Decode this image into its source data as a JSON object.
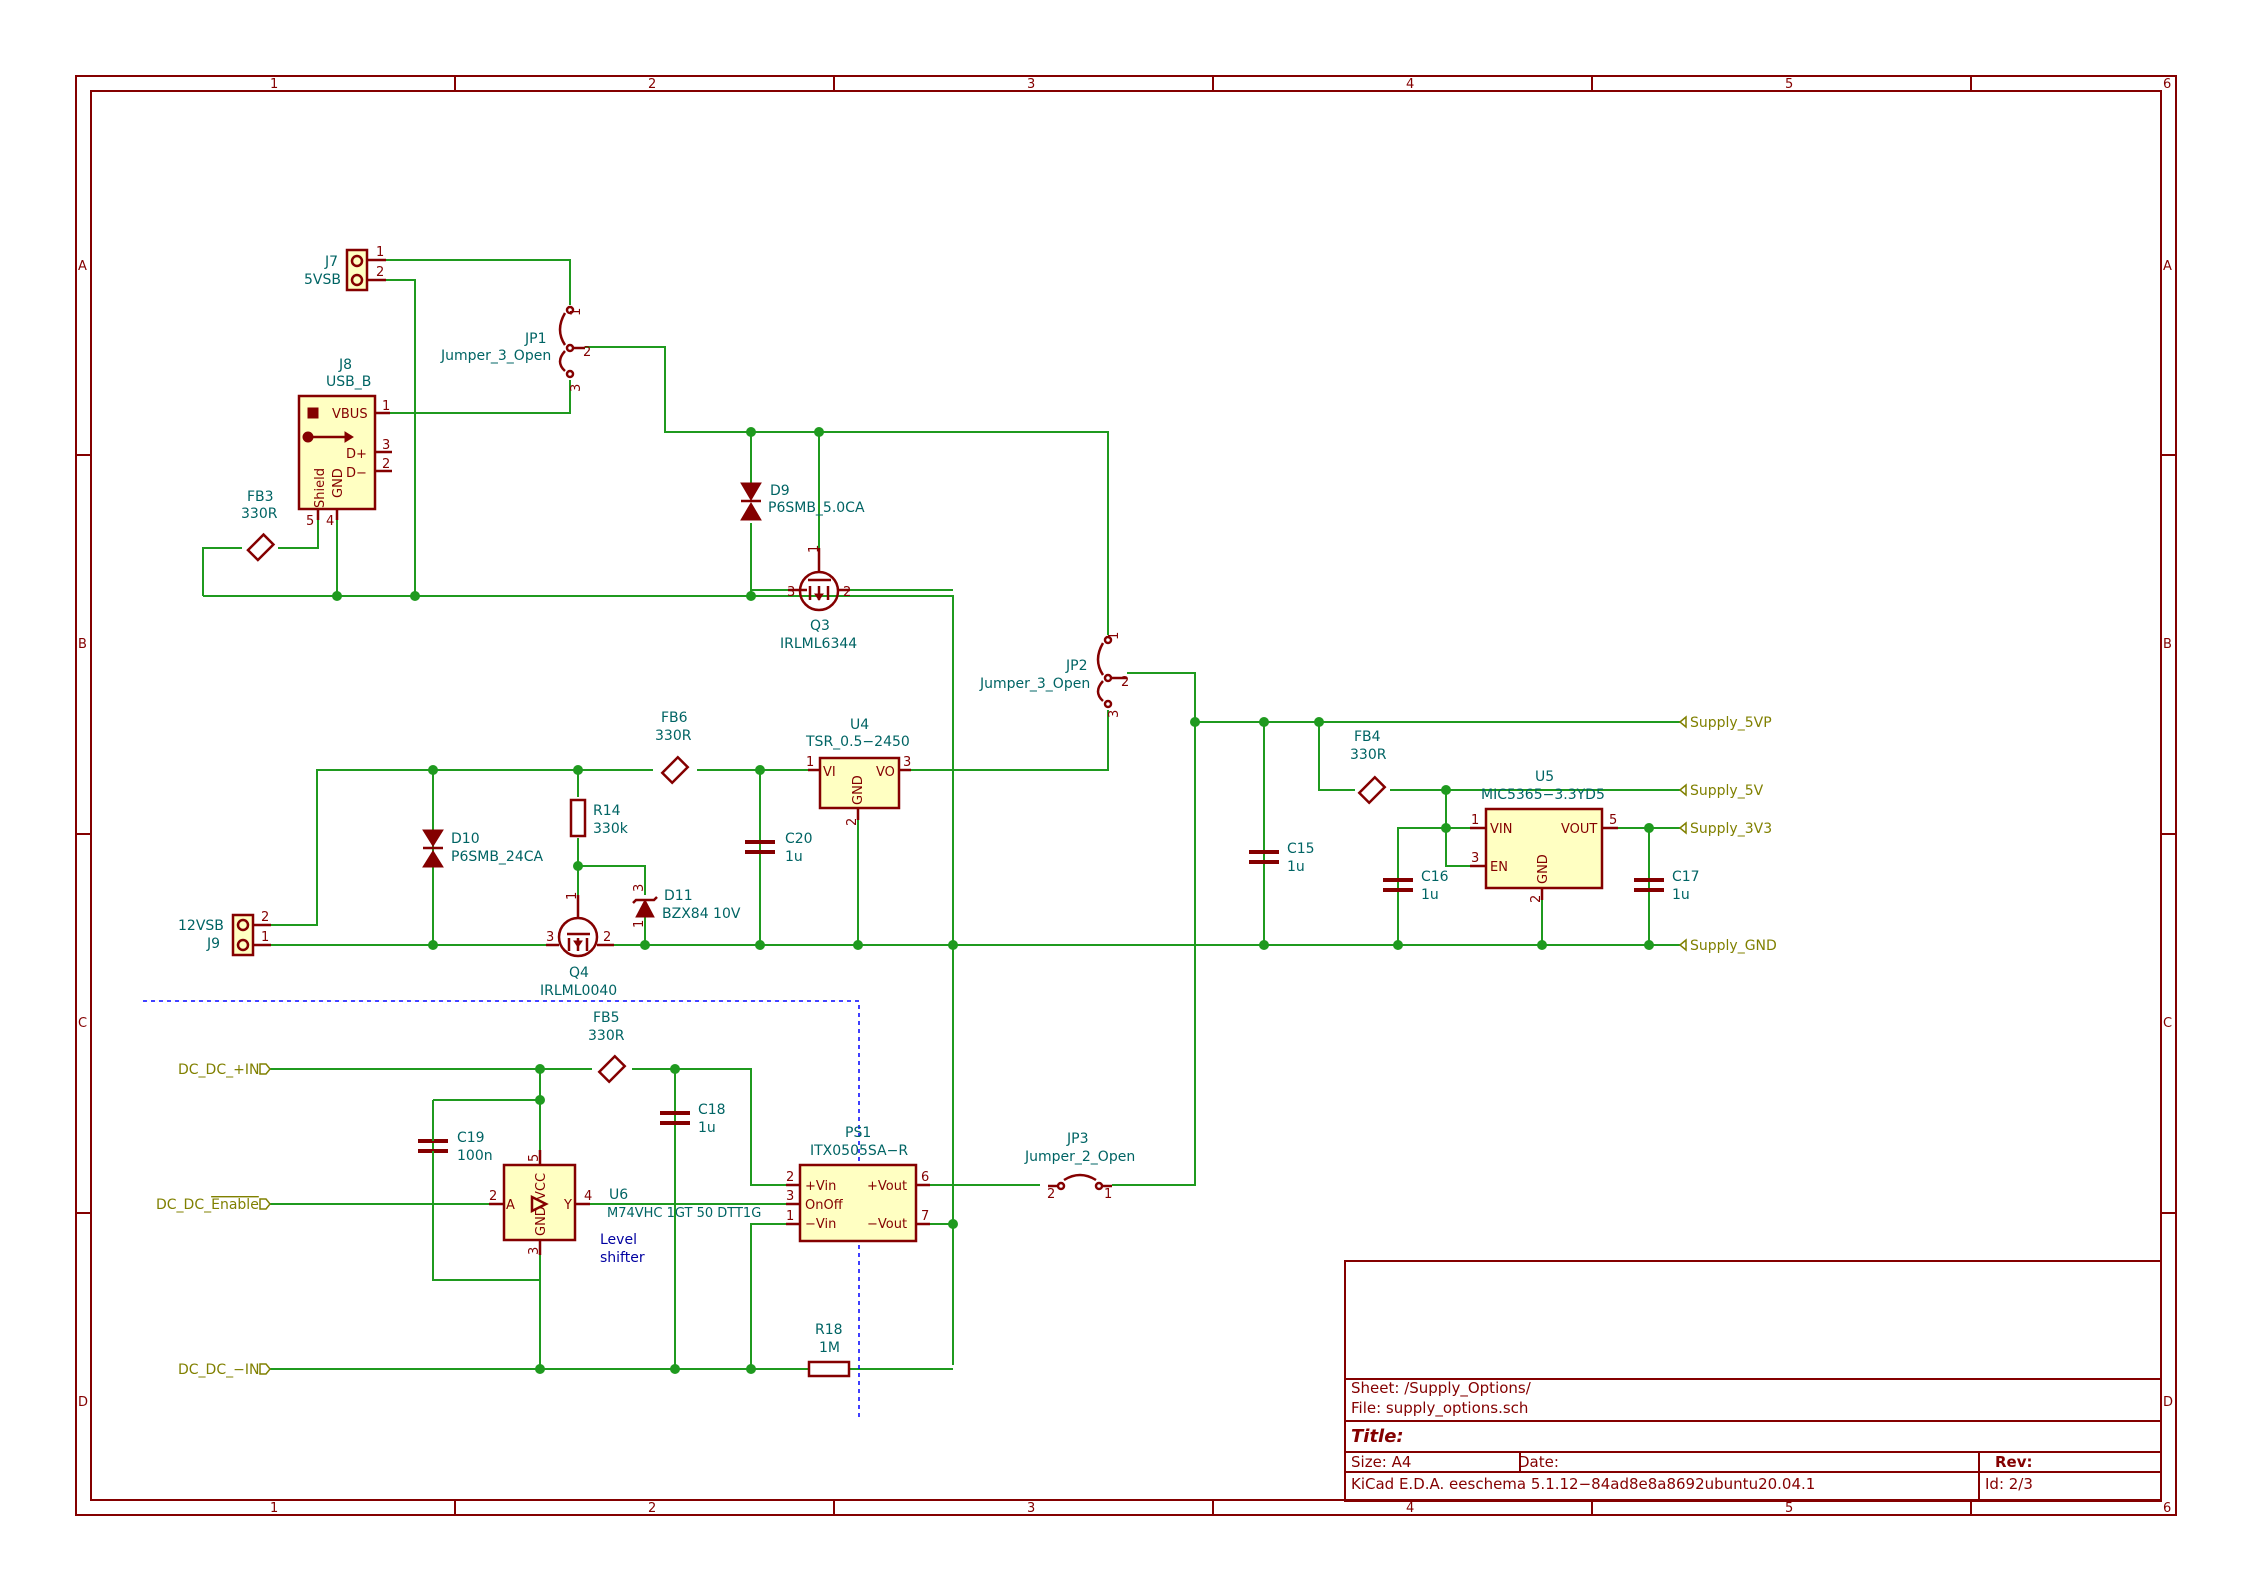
{
  "border": {
    "columns": [
      "1",
      "2",
      "3",
      "4",
      "5",
      "6"
    ],
    "rows": [
      "A",
      "B",
      "C",
      "D"
    ]
  },
  "components": {
    "J7": {
      "ref": "J7",
      "value": "5VSB",
      "pins": [
        "1",
        "2"
      ]
    },
    "J8": {
      "ref": "J8",
      "value": "USB_B",
      "pin_names": [
        "VBUS",
        "D+",
        "D−",
        "Shield",
        "GND"
      ],
      "pins": [
        "1",
        "3",
        "2",
        "5",
        "4"
      ]
    },
    "FB3": {
      "ref": "FB3",
      "value": "330R"
    },
    "JP1": {
      "ref": "JP1",
      "value": "Jumper_3_Open",
      "pins": [
        "1",
        "2",
        "3"
      ]
    },
    "D9": {
      "ref": "D9",
      "value": "P6SMB_5.0CA"
    },
    "Q3": {
      "ref": "Q3",
      "value": "IRLML6344",
      "pins": [
        "1",
        "2",
        "3"
      ]
    },
    "JP2": {
      "ref": "JP2",
      "value": "Jumper_3_Open",
      "pins": [
        "1",
        "2",
        "3"
      ]
    },
    "FB6": {
      "ref": "FB6",
      "value": "330R"
    },
    "U4": {
      "ref": "U4",
      "value": "TSR_0.5−2450",
      "pin_names": [
        "VI",
        "VO",
        "GND"
      ],
      "pins": [
        "1",
        "3",
        "2"
      ]
    },
    "C20": {
      "ref": "C20",
      "value": "1u"
    },
    "D10": {
      "ref": "D10",
      "value": "P6SMB_24CA"
    },
    "R14": {
      "ref": "R14",
      "value": "330k"
    },
    "D11": {
      "ref": "D11",
      "value": "BZX84 10V",
      "pins": [
        "3",
        "1"
      ]
    },
    "Q4": {
      "ref": "Q4",
      "value": "IRLML0040",
      "pins": [
        "1",
        "2",
        "3"
      ]
    },
    "J9": {
      "ref": "J9",
      "value": "12VSB",
      "pins": [
        "2",
        "1"
      ]
    },
    "FB4": {
      "ref": "FB4",
      "value": "330R"
    },
    "C15": {
      "ref": "C15",
      "value": "1u"
    },
    "U5": {
      "ref": "U5",
      "value": "MIC5365−3.3YD5",
      "pin_names": [
        "VIN",
        "EN",
        "VOUT",
        "GND"
      ],
      "pins": [
        "1",
        "3",
        "5",
        "2"
      ]
    },
    "C16": {
      "ref": "C16",
      "value": "1u"
    },
    "C17": {
      "ref": "C17",
      "value": "1u"
    },
    "FB5": {
      "ref": "FB5",
      "value": "330R"
    },
    "C18": {
      "ref": "C18",
      "value": "1u"
    },
    "C19": {
      "ref": "C19",
      "value": "100n"
    },
    "U6": {
      "ref": "U6",
      "value": "M74VHC_1GT_50_DTT1G",
      "pin_names": [
        "A",
        "Y",
        "VCC",
        "GND"
      ],
      "pins": [
        "2",
        "4",
        "5",
        "3"
      ]
    },
    "PS1": {
      "ref": "PS1",
      "value": "ITX0505SA−R",
      "pin_names": [
        "+Vin",
        "OnOff",
        "−Vin",
        "+Vout",
        "−Vout"
      ],
      "pins": [
        "2",
        "3",
        "1",
        "6",
        "7"
      ]
    },
    "JP3": {
      "ref": "JP3",
      "value": "Jumper_2_Open",
      "pins": [
        "2",
        "1"
      ]
    },
    "R18": {
      "ref": "R18",
      "value": "1M"
    }
  },
  "labels": {
    "supply_5vp": "Supply_5VP",
    "supply_5v": "Supply_5V",
    "supply_3v3": "Supply_3V3",
    "supply_gnd": "Supply_GND",
    "dcdc_pos": "DC_DC_+IN",
    "dcdc_enable_prefix": "DC_DC_",
    "dcdc_enable_over": "Enable",
    "dcdc_neg": "DC_DC_−IN"
  },
  "notes": {
    "level_line1": "Level",
    "level_line2": "shifter"
  },
  "title_block": {
    "sheet": "Sheet: /Supply_Options/",
    "file": "File: supply_options.sch",
    "title": "Title:",
    "size": "Size: A4",
    "date": "Date:",
    "rev": "Rev:",
    "tool": "KiCad E.D.A.  eeschema 5.1.12−84ad8e8a8692ubuntu20.04.1",
    "id": "Id: 2/3"
  },
  "colors": {
    "wire": "#1f9a1f",
    "part_outline": "#840000",
    "part_fill": "#ffffc2",
    "ref_text": "#006464",
    "global_label": "#808000",
    "note": "#0000a0"
  }
}
